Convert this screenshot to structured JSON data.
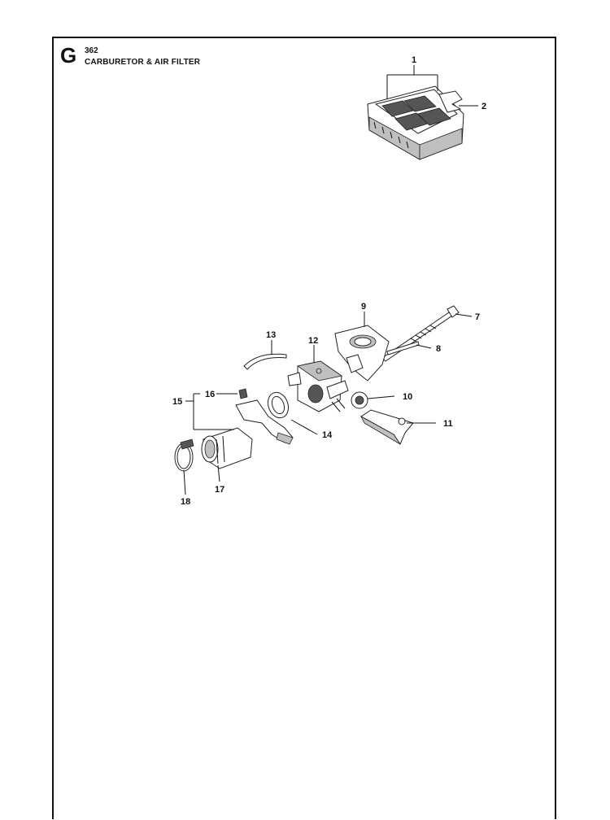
{
  "section": {
    "letter": "G",
    "model": "362",
    "title": "CARBURETOR & AIR FILTER"
  },
  "callouts": [
    "1",
    "2",
    "7",
    "8",
    "9",
    "10",
    "11",
    "12",
    "13",
    "14",
    "15",
    "16",
    "17",
    "18"
  ]
}
